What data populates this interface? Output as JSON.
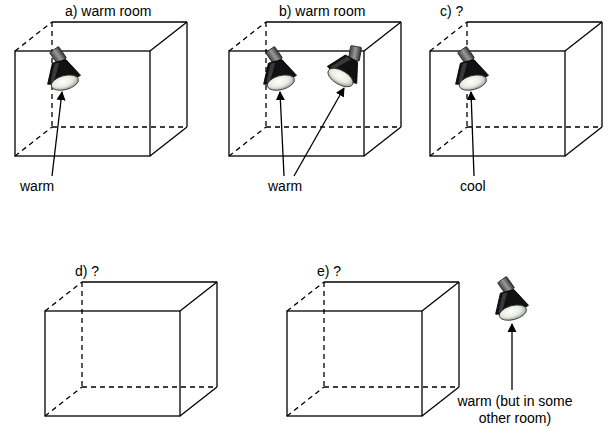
{
  "diagram": {
    "nodes": [
      {
        "text": [
          "a) warm room"
        ]
      },
      {
        "text": [
          "b) warm room"
        ]
      },
      {
        "text": [
          "c) ?"
        ]
      },
      {
        "text": [
          "d) ?"
        ]
      },
      {
        "text": [
          "e) ?"
        ]
      }
    ],
    "labels": [
      "warm",
      "warm",
      "cool",
      "warm (but in some other room)"
    ]
  }
}
